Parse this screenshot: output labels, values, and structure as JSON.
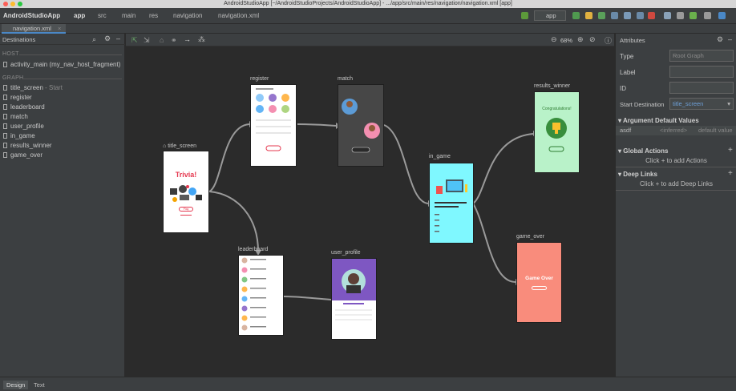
{
  "window": {
    "title": "AndroidStudioApp [~/AndroidStudioProjects/AndroidStudioApp] - .../app/src/main/res/navigation/navigation.xml [app]"
  },
  "toolbar": {
    "breadcrumbs": [
      "AndroidStudioApp",
      "app",
      "src",
      "main",
      "res",
      "navigation",
      "navigation.xml"
    ],
    "run_config": "app"
  },
  "file_tab": "navigation.xml",
  "destinations_panel": {
    "title": "Destinations",
    "host_label": "HOST",
    "host_item": "activity_main (my_nav_host_fragment)",
    "graph_label": "GRAPH",
    "graph_items": [
      {
        "name": "title_screen",
        "suffix": "- Start"
      },
      {
        "name": "register",
        "suffix": ""
      },
      {
        "name": "leaderboard",
        "suffix": ""
      },
      {
        "name": "match",
        "suffix": ""
      },
      {
        "name": "user_profile",
        "suffix": ""
      },
      {
        "name": "in_game",
        "suffix": ""
      },
      {
        "name": "results_winner",
        "suffix": ""
      },
      {
        "name": "game_over",
        "suffix": ""
      }
    ]
  },
  "canvas": {
    "zoom": "68%",
    "screens": {
      "title_screen": {
        "label": "title_screen",
        "heading": "Trivia!",
        "button": "Play"
      },
      "register": {
        "label": "register"
      },
      "match": {
        "label": "match"
      },
      "in_game": {
        "label": "in_game"
      },
      "results_winner": {
        "label": "results_winner",
        "heading": "Congratulations!"
      },
      "leaderboard": {
        "label": "leaderboard"
      },
      "user_profile": {
        "label": "user_profile"
      },
      "game_over": {
        "label": "game_over",
        "heading": "Game Over"
      }
    }
  },
  "attributes_panel": {
    "title": "Attributes",
    "fields": [
      {
        "label": "Type",
        "value": "Root Graph"
      },
      {
        "label": "Label",
        "value": ""
      },
      {
        "label": "ID",
        "value": ""
      },
      {
        "label": "Start Destination",
        "value": "title_screen"
      }
    ],
    "argument_section": "Argument Default Values",
    "argument_row": {
      "name": "asdf",
      "type": "<inferred>",
      "default": "default value"
    },
    "global_actions": "Global Actions",
    "global_actions_hint": "Click + to add Actions",
    "deep_links": "Deep Links",
    "deep_links_hint": "Click + to add Deep Links"
  },
  "bottom_tabs": [
    "Design",
    "Text"
  ],
  "colors": {
    "accent": "#4a88c7",
    "title_screen_bg": "#ffffff",
    "in_game_bg": "#7ff8ff",
    "results_winner_bg": "#b9f2c9",
    "game_over_bg": "#f98c7c",
    "user_profile_header": "#7e57c2",
    "match_bg": "#474747"
  }
}
